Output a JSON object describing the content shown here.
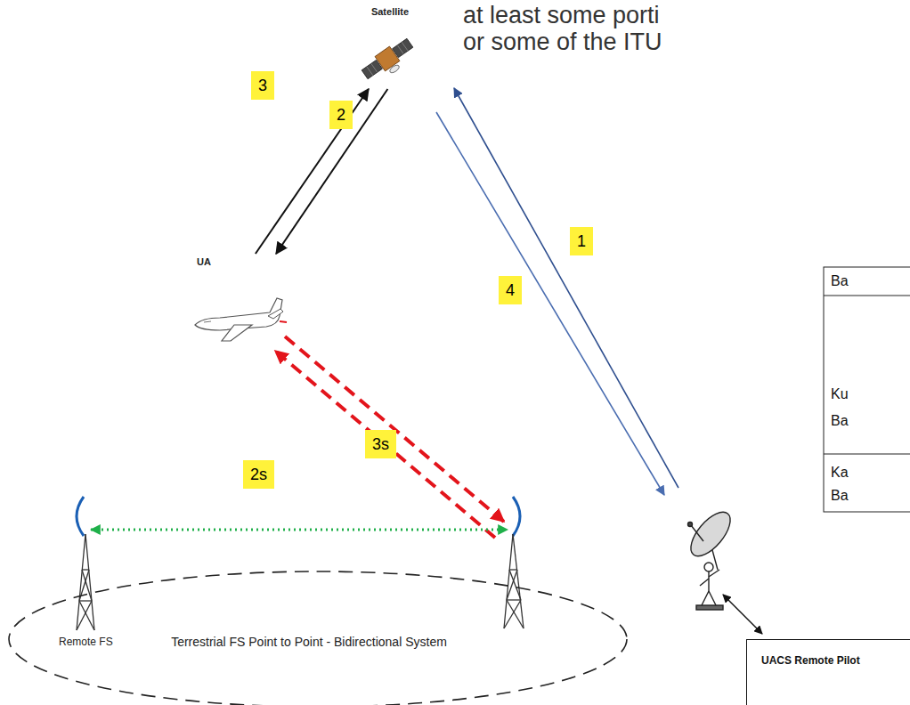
{
  "diagram": {
    "nodes": [
      {
        "text": [
          "Satellite"
        ]
      },
      {
        "text": [
          "UA"
        ]
      },
      {
        "text": [
          "Terrestrial FS Point to Point - Bidirectional System"
        ]
      },
      {
        "text": [
          "UACS Remote Pilot"
        ]
      }
    ],
    "edges": [
      {
        "from": 0,
        "to": 1,
        "arrow": "to"
      },
      {
        "from": 1,
        "to": 0,
        "arrow": "to"
      }
    ],
    "labels": [
      "at least some porti",
      "or some of the ITU",
      "3",
      "2",
      "1",
      "4",
      "3s",
      "2s",
      "Ba",
      "Ku Ba",
      "Ka Ba",
      "Remote FS"
    ]
  }
}
